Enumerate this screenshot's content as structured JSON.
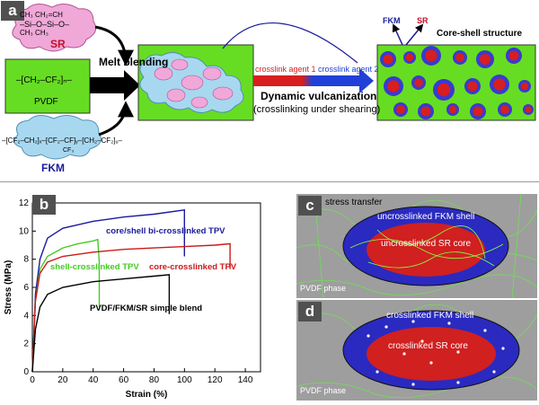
{
  "panel_a": {
    "label": "a",
    "sr_formula": "–Si–O–Si–O–",
    "sr_formula_top": "CH₃  CH₂=CH",
    "sr_formula_bottom": "CH₃     CH₃",
    "sr_name": "SR",
    "pvdf_formula": "–[CH₂–CF₂]ₙ–",
    "pvdf_name": "PVDF",
    "fkm_formula": "–[CF₂–CH₂]ₓ–[CF₂–CF]ᵧ–[CH₂–CF₂]ᵤ–",
    "fkm_formula_sub": "CF₃",
    "fkm_name": "FKM",
    "melt_blending": "Melt blending",
    "agent1": "crosslink agent 1",
    "agent2": "crosslink agent 2",
    "dynamic_vulc": "Dynamic vulcanization",
    "dynamic_sub": "(crosslinking under shearing)",
    "fkm_label": "FKM",
    "sr_label": "SR",
    "core_shell": "Core-shell structure"
  },
  "panel_b": {
    "label": "b",
    "chart_data": {
      "type": "line",
      "xlabel": "Strain (%)",
      "ylabel": "Stress (MPa)",
      "xlim": [
        0,
        150
      ],
      "ylim": [
        0,
        12
      ],
      "xticks": [
        0,
        20,
        40,
        60,
        80,
        100,
        120,
        140
      ],
      "yticks": [
        0,
        2,
        4,
        6,
        8,
        10,
        12
      ],
      "series": [
        {
          "name": "core/shell bi-crosslinked TPV",
          "color": "#1a1aa0",
          "points": [
            [
              0,
              0
            ],
            [
              2,
              5.5
            ],
            [
              5,
              8
            ],
            [
              10,
              9.5
            ],
            [
              20,
              10.2
            ],
            [
              40,
              10.7
            ],
            [
              60,
              11
            ],
            [
              80,
              11.2
            ],
            [
              100,
              11.5
            ],
            [
              100,
              8.2
            ]
          ]
        },
        {
          "name": "shell-crosslinked TPV",
          "color": "#44cc22",
          "points": [
            [
              0,
              0
            ],
            [
              2,
              5
            ],
            [
              5,
              7.3
            ],
            [
              10,
              8.2
            ],
            [
              20,
              8.8
            ],
            [
              30,
              9.1
            ],
            [
              40,
              9.3
            ],
            [
              43,
              9.4
            ],
            [
              44,
              7.8
            ],
            [
              44,
              4.6
            ]
          ]
        },
        {
          "name": "core-crosslinked TPV",
          "color": "#cc1a1a",
          "points": [
            [
              0,
              0
            ],
            [
              2,
              5
            ],
            [
              5,
              7
            ],
            [
              10,
              7.8
            ],
            [
              20,
              8.2
            ],
            [
              40,
              8.5
            ],
            [
              60,
              8.7
            ],
            [
              80,
              8.8
            ],
            [
              100,
              8.9
            ],
            [
              120,
              9
            ],
            [
              130,
              9.1
            ],
            [
              130,
              7.3
            ]
          ]
        },
        {
          "name": "PVDF/FKM/SR simple blend",
          "color": "#000000",
          "points": [
            [
              0,
              0
            ],
            [
              2,
              3
            ],
            [
              5,
              4.6
            ],
            [
              10,
              5.5
            ],
            [
              20,
              6
            ],
            [
              40,
              6.4
            ],
            [
              60,
              6.6
            ],
            [
              80,
              6.8
            ],
            [
              90,
              6.9
            ],
            [
              90,
              4.1
            ]
          ]
        }
      ]
    }
  },
  "panel_c": {
    "label": "c",
    "stress_transfer": "stress transfer",
    "shell": "uncrosslinked FKM shell",
    "core": "uncrosslinked SR core",
    "phase": "PVDF phase"
  },
  "panel_d": {
    "label": "d",
    "shell": "crosslinked FKM shell",
    "core": "crosslinked SR core",
    "phase": "PVDF phase"
  }
}
